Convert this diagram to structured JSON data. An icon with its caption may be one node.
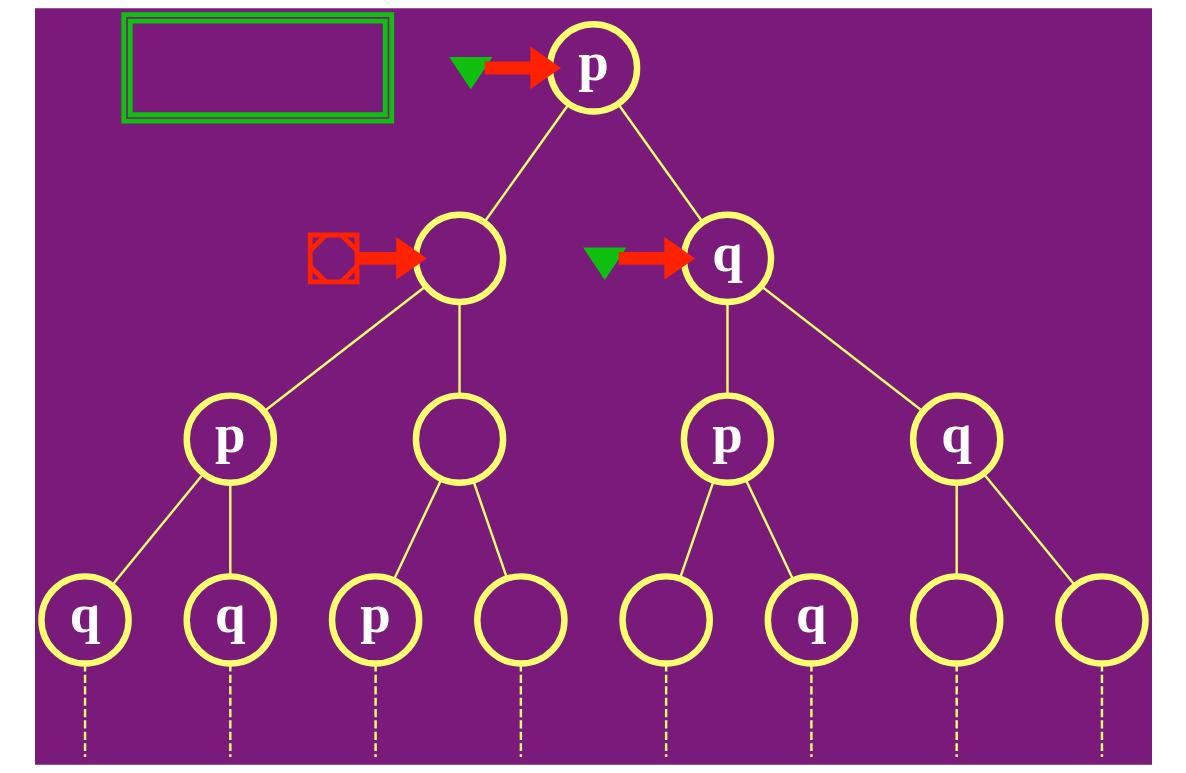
{
  "diagram": {
    "nodes": [
      {
        "text": [],
        "shape": "box"
      },
      {
        "text": [],
        "shape": "checkmark"
      },
      {
        "text": [
          "p"
        ]
      },
      {
        "text": [],
        "shape": "cross"
      },
      {
        "text": [],
        "shape": "circle"
      },
      {
        "text": [],
        "shape": "checkmark"
      },
      {
        "text": [
          "q"
        ]
      },
      {
        "text": [
          "p"
        ]
      },
      {
        "text": [],
        "shape": "circle"
      },
      {
        "text": [
          "p"
        ]
      },
      {
        "text": [
          "q"
        ]
      },
      {
        "text": [
          "q"
        ]
      },
      {
        "text": [
          "q"
        ]
      },
      {
        "text": [
          "p"
        ]
      },
      {
        "text": [],
        "shape": "circle"
      },
      {
        "text": [],
        "shape": "circle"
      },
      {
        "text": [
          "q"
        ]
      },
      {
        "text": [],
        "shape": "circle"
      },
      {
        "text": [],
        "shape": "circle"
      }
    ],
    "edges": [
      {
        "from": 1,
        "to": 2,
        "arrow": "to",
        "style": "thick",
        "color": "#ff2200"
      },
      {
        "from": 3,
        "to": 4,
        "arrow": "to",
        "style": "thick",
        "color": "#ff2200"
      },
      {
        "from": 5,
        "to": 6,
        "arrow": "to",
        "style": "thick",
        "color": "#ff2200"
      },
      {
        "from": 2,
        "to": 4,
        "arrow": "none"
      },
      {
        "from": 2,
        "to": 6,
        "arrow": "none"
      },
      {
        "from": 4,
        "to": 7,
        "arrow": "none"
      },
      {
        "from": 4,
        "to": 8,
        "arrow": "none"
      },
      {
        "from": 6,
        "to": 9,
        "arrow": "none"
      },
      {
        "from": 6,
        "to": 10,
        "arrow": "none"
      },
      {
        "from": 7,
        "to": 11,
        "arrow": "none"
      },
      {
        "from": 7,
        "to": 12,
        "arrow": "none"
      },
      {
        "from": 8,
        "to": 13,
        "arrow": "none"
      },
      {
        "from": 8,
        "to": 14,
        "arrow": "none"
      },
      {
        "from": 9,
        "to": 15,
        "arrow": "none"
      },
      {
        "from": 9,
        "to": 16,
        "arrow": "none"
      },
      {
        "from": 10,
        "to": 17,
        "arrow": "none"
      },
      {
        "from": 10,
        "to": 18,
        "arrow": "none"
      },
      {
        "from": 11,
        "to": null,
        "arrow": "none",
        "style": "dashed"
      },
      {
        "from": 12,
        "to": null,
        "arrow": "none",
        "style": "dashed"
      },
      {
        "from": 13,
        "to": null,
        "arrow": "none",
        "style": "dashed"
      },
      {
        "from": 14,
        "to": null,
        "arrow": "none",
        "style": "dashed"
      },
      {
        "from": 15,
        "to": null,
        "arrow": "none",
        "style": "dashed"
      },
      {
        "from": 16,
        "to": null,
        "arrow": "none",
        "style": "dashed"
      },
      {
        "from": 17,
        "to": null,
        "arrow": "none",
        "style": "dashed"
      },
      {
        "from": 18,
        "to": null,
        "arrow": "none",
        "style": "dashed"
      }
    ]
  }
}
